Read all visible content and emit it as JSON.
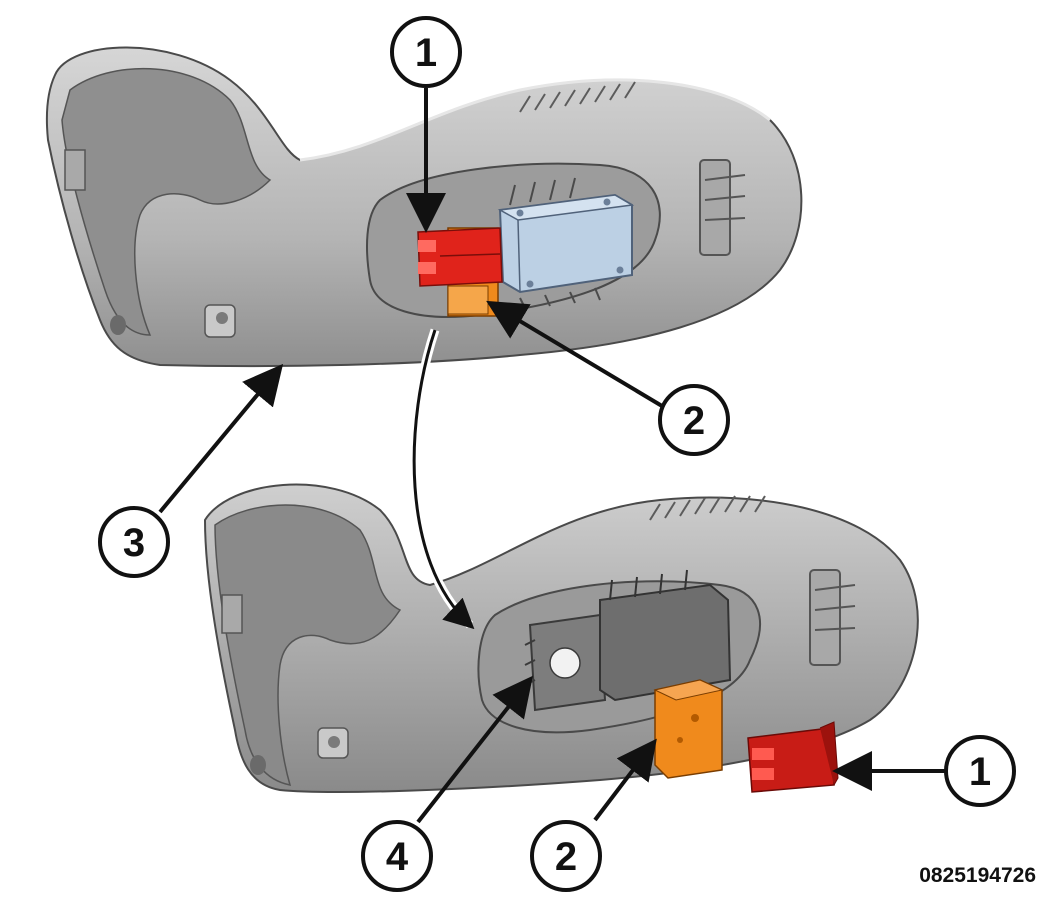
{
  "callouts": {
    "c1_top": "1",
    "c2_top": "2",
    "c3": "3",
    "c4": "4",
    "c2_bottom": "2",
    "c1_bottom": "1"
  },
  "figure_code": "0825194726",
  "colors": {
    "panel": "#b7b7b7",
    "panel_dark": "#8e8e8e",
    "panel_light": "#d9d9d9",
    "module": "#bcd0e4",
    "lock_clip": "#e0231b",
    "connector": "#f08a1c"
  }
}
